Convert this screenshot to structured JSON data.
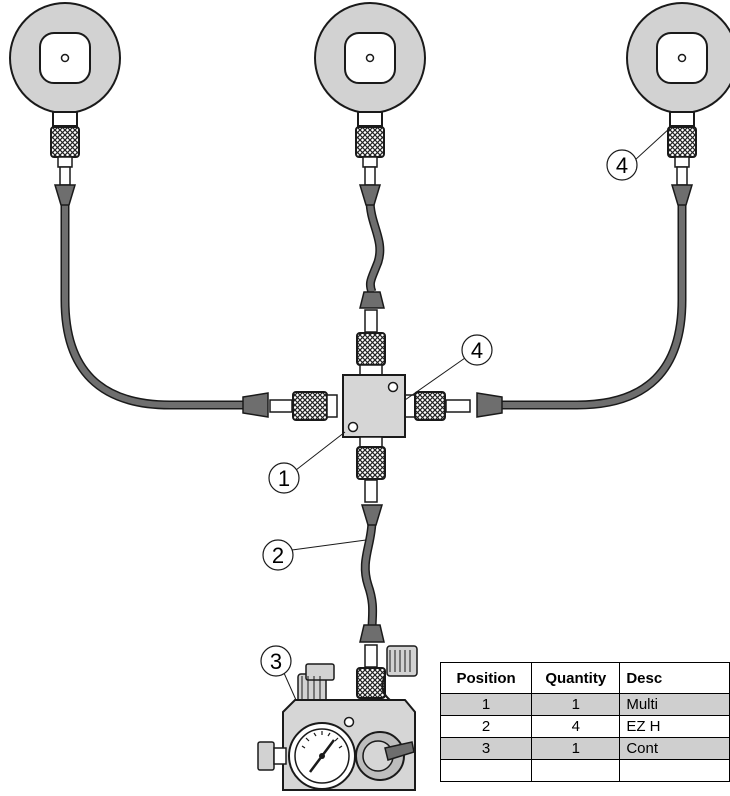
{
  "callouts": {
    "a": "4",
    "b": "4",
    "c": "1",
    "d": "2",
    "e": "3"
  },
  "table": {
    "headers": [
      "Position",
      "Quantity",
      "Desc"
    ],
    "rows": [
      {
        "position": "1",
        "quantity": "1",
        "description": "Multi"
      },
      {
        "position": "2",
        "quantity": "4",
        "description": "EZ H"
      },
      {
        "position": "3",
        "quantity": "1",
        "description": "Cont"
      },
      {
        "position": "",
        "quantity": "",
        "description": ""
      }
    ]
  },
  "colors": {
    "hose": "#6e6e6e",
    "hose_outline": "#1a1a1a",
    "row_shade": "#cfcfcf",
    "gauge_face": "#d9d9d9"
  },
  "icons": [
    "pressure-gauge-icon",
    "multi-connector-block-icon",
    "control-unit-icon"
  ]
}
